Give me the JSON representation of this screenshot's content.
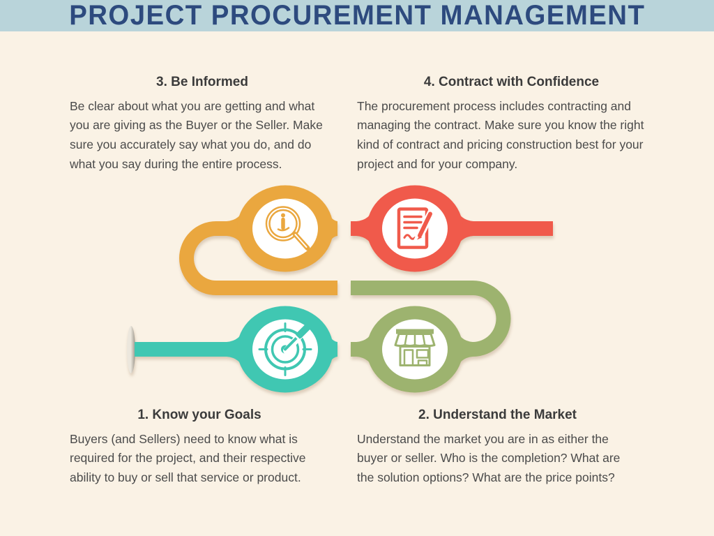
{
  "header": {
    "title": "PROJECT PROCUREMENT MANAGEMENT"
  },
  "colors": {
    "header_bg": "#b9d4da",
    "title_text": "#2d4a7e",
    "background": "#faf2e5",
    "heading_text": "#3b3b3b",
    "body_text": "#4b4b4b",
    "step1": "#40c7b2",
    "step2": "#9db36f",
    "step3": "#eaa73f",
    "step4": "#f05a4b",
    "icon_bg": "#ffffff",
    "pin_light": "#ece7dd",
    "pin_dark": "#9d978c"
  },
  "steps": [
    {
      "number": "1",
      "heading": "1. Know your Goals",
      "body": "Buyers (and Sellers) need to know what is required for the project, and their respective ability to buy or sell that service or product.",
      "icon": "target-dart-icon"
    },
    {
      "number": "2",
      "heading": "2. Understand the Market",
      "body": "Understand the market you are in as either the buyer or seller.  Who is the completion? What are the solution options? What are the price points?",
      "icon": "storefront-icon"
    },
    {
      "number": "3",
      "heading": "3. Be Informed",
      "body": "Be clear about what you are getting and what you are giving as the Buyer or the Seller. Make sure you accurately say what you do, and do what you say during the entire process.",
      "icon": "info-magnifier-icon"
    },
    {
      "number": "4",
      "heading": "4. Contract with Confidence",
      "body": "The procurement process includes contracting and managing the contract. Make sure you know the right kind of contract and pricing construction best for your project and for your company.",
      "icon": "contract-signing-icon"
    }
  ]
}
